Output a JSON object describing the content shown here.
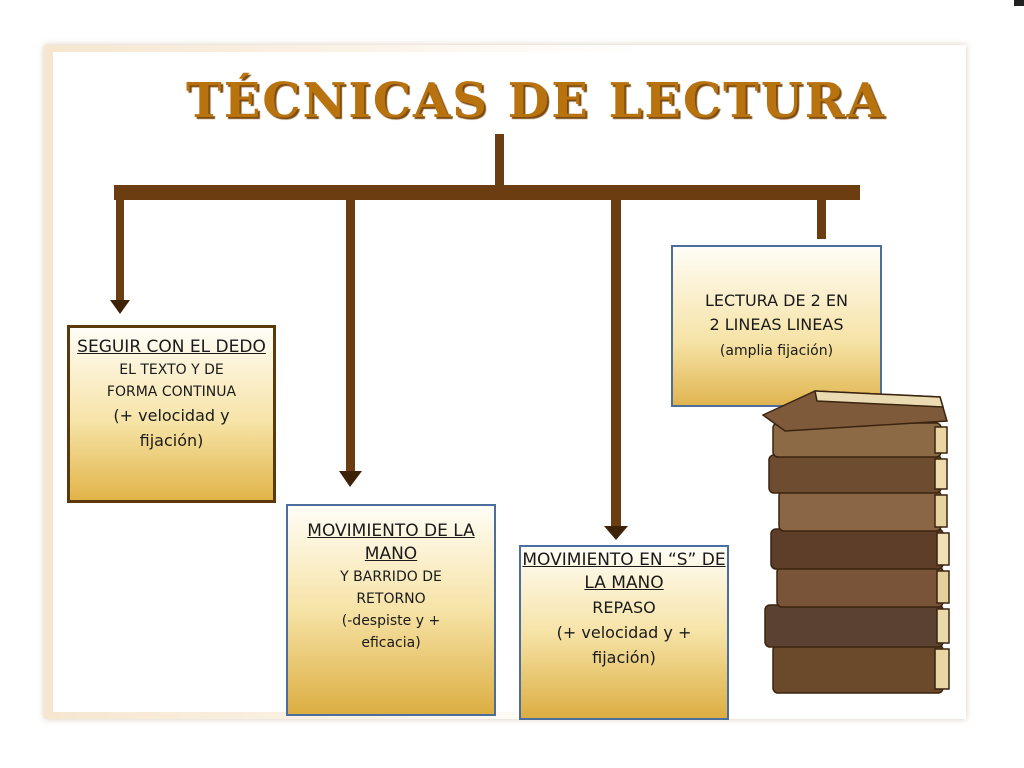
{
  "title": "TÉCNICAS DE LECTURA",
  "boxes": [
    {
      "heading": "SEGUIR  CON EL DEDO",
      "detail_lines": [
        "EL TEXTO Y DE",
        "FORMA CONTINUA"
      ],
      "benefit_lines": [
        "(+ velocidad y",
        "fijación)"
      ]
    },
    {
      "heading": "MOVIMIENTO DE LA MANO",
      "detail_lines": [
        "Y BARRIDO DE",
        "RETORNO",
        "(-despiste y +",
        "eficacia)"
      ]
    },
    {
      "heading": "MOVIMIENTO EN “S” DE LA MANO",
      "detail_lines": [
        "REPASO"
      ],
      "benefit_lines": [
        "(+ velocidad y +",
        "fijación)"
      ]
    },
    {
      "heading_lines": [
        "LECTURA DE 2 EN",
        "2 LINEAS LINEAS"
      ],
      "detail": "(amplia fijación)"
    }
  ],
  "colors": {
    "title": "#b8720e",
    "connector": "#6b3d10",
    "box_border_blue": "#4b6e9e",
    "box_border_brown": "#5a3a0a",
    "box_fill": "#f6e3a6"
  },
  "image": {
    "icon": "stack-of-books-icon"
  }
}
